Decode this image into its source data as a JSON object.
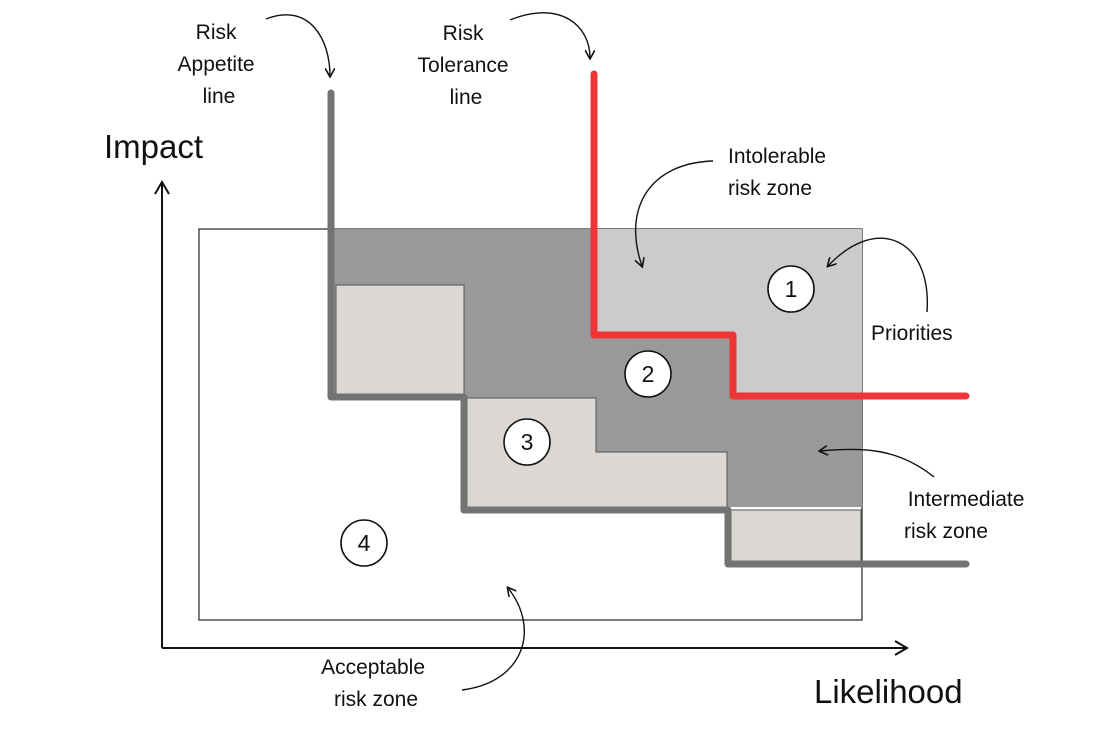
{
  "axes": {
    "y_title": "Impact",
    "x_title": "Likelihood"
  },
  "annotations": {
    "risk_appetite": [
      "Risk",
      "Appetite",
      "line"
    ],
    "risk_tolerance": [
      "Risk",
      "Tolerance",
      "line"
    ],
    "intolerable": [
      "Intolerable",
      "risk zone"
    ],
    "priorities": [
      "Priorities"
    ],
    "intermediate": [
      "Intermediate",
      "risk zone"
    ],
    "acceptable": [
      "Acceptable",
      "risk zone"
    ]
  },
  "priority_markers": [
    "1",
    "2",
    "3",
    "4"
  ],
  "colors": {
    "intolerable_zone": "#cbcbcb",
    "intermediate_zone": "#999999",
    "light_zone": "#dbd7d2",
    "appetite_line": "#737373",
    "tolerance_line": "#ef3535",
    "axis": "#111111"
  }
}
